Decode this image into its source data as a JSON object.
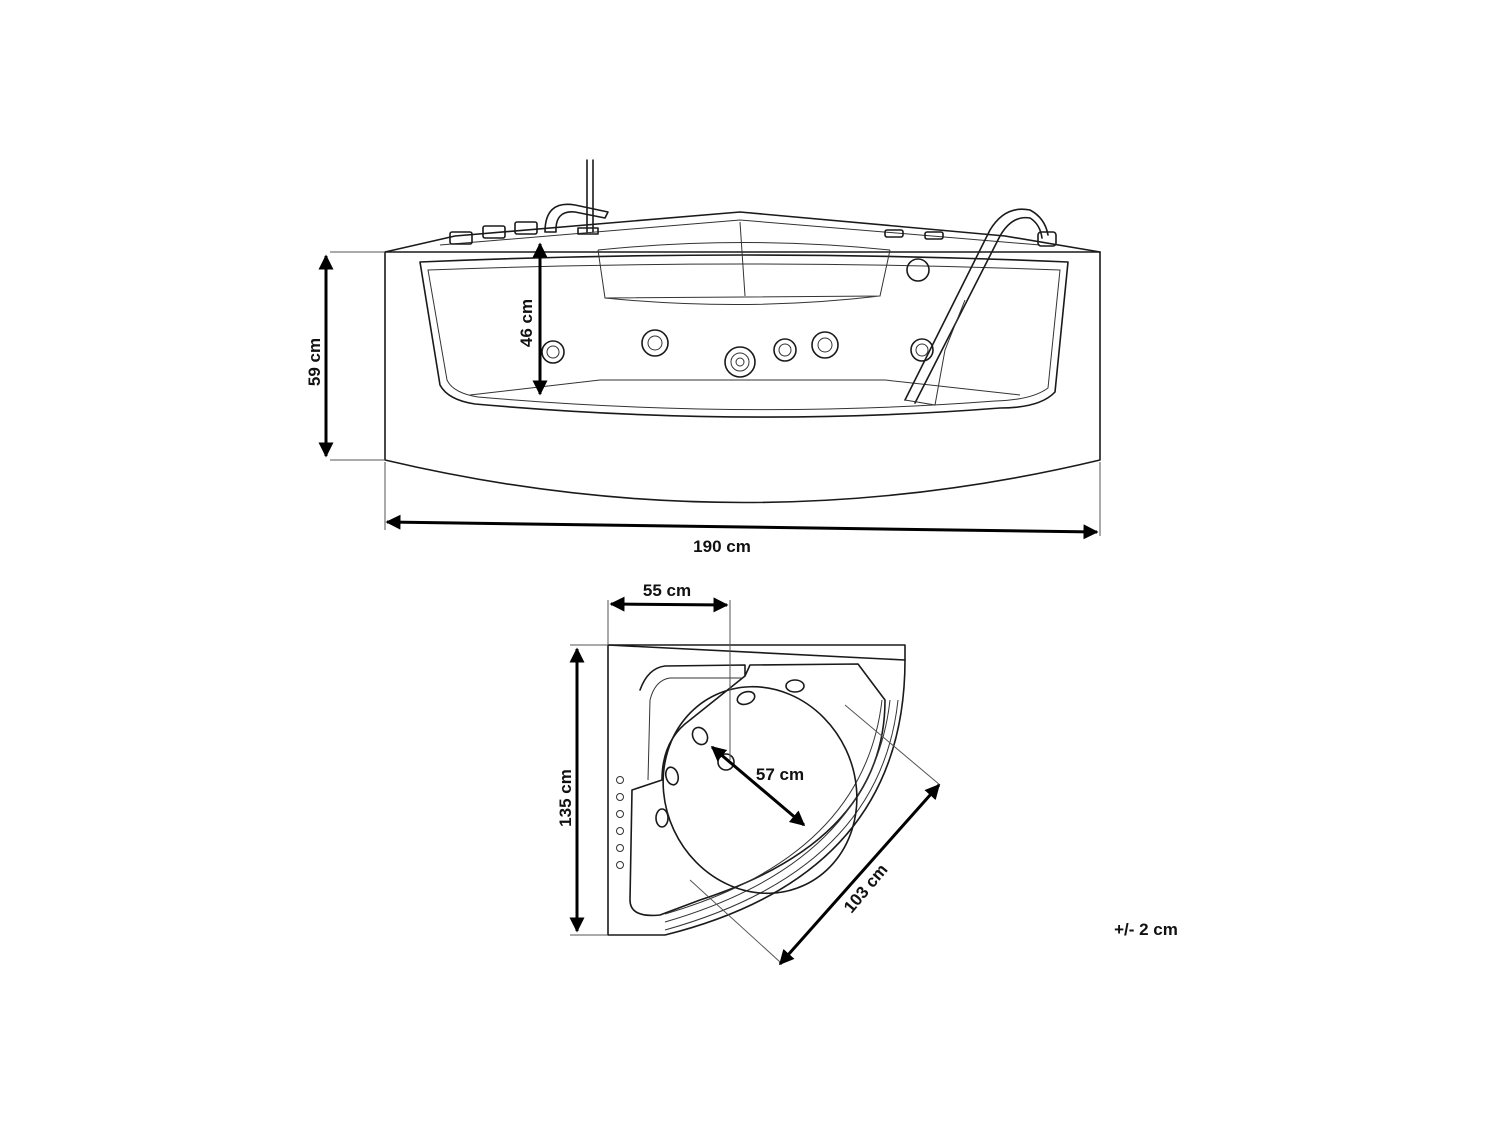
{
  "dimensions": {
    "front_height": "59 cm",
    "inner_depth": "46 cm",
    "front_width": "190 cm",
    "top_offset": "55 cm",
    "top_length": "135 cm",
    "seat_diameter": "57 cm",
    "front_diagonal": "103 cm"
  },
  "tolerance": "+/- 2 cm"
}
